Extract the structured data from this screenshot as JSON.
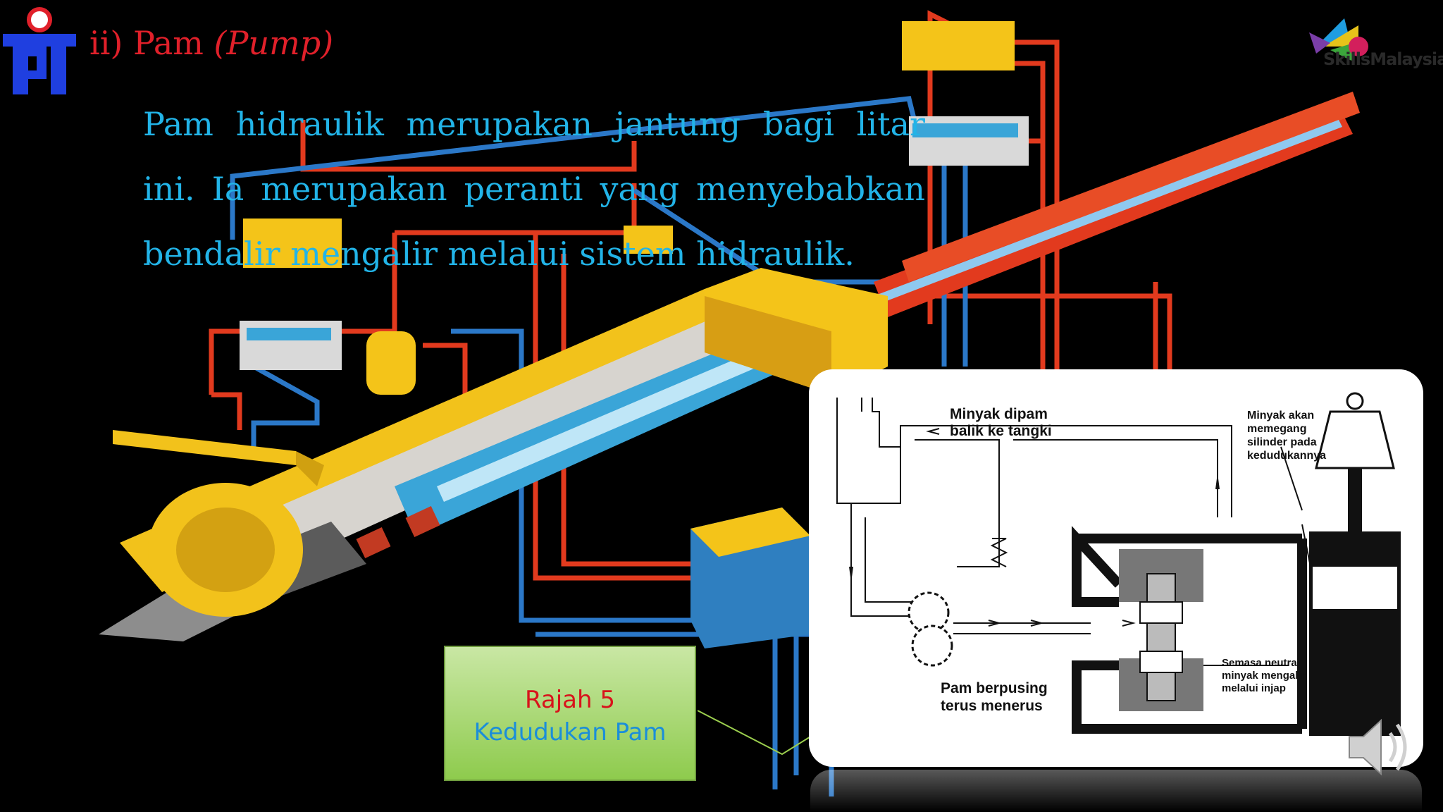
{
  "slide": {
    "title_prefix": "ii) Pam ",
    "title_english": "(Pump)",
    "body": "Pam hidraulik merupakan jantung bagi litar ini. Ia merupakan peranti yang menyebabkan bendalir mengalir melalui sistem hidraulik.",
    "logo_right_text": "SkillsMalaysia"
  },
  "caption": {
    "title": "Rajah 5",
    "subtitle": "Kedudukan Pam"
  },
  "inset_diagram": {
    "label_return": "Minyak dipam balik ke tangki",
    "label_hold": "Minyak akan memegang silinder pada kedudukannya",
    "label_pump": "Pam berpusing terus menerus",
    "label_neutral": "Semasa neutral minyak mengalir melalui injap"
  },
  "colors": {
    "title_red": "#e0202a",
    "body_blue": "#22b4e8",
    "caption_green": "#8ecb4d",
    "hydraulic_yellow": "#f2c21b",
    "pipe_red": "#e23a1e",
    "pipe_blue": "#2b78c8"
  },
  "icons": [
    "pt-logo-icon",
    "skillsmalaysia-logo-icon",
    "speaker-icon"
  ]
}
